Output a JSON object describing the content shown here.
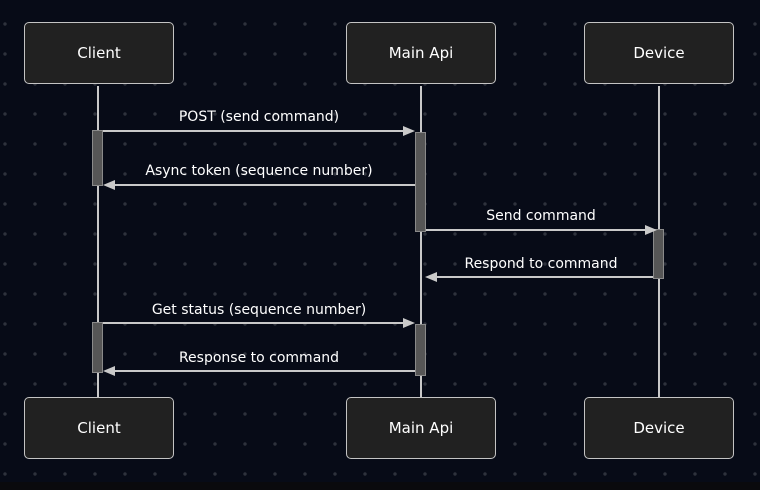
{
  "diagram": {
    "type": "sequence-diagram",
    "actors": [
      {
        "id": "client",
        "label": "Client"
      },
      {
        "id": "main-api",
        "label": "Main Api"
      },
      {
        "id": "device",
        "label": "Device"
      }
    ],
    "messages": [
      {
        "label": "POST (send command)",
        "from": "Client",
        "to": "Main Api",
        "arrow": "solid-right"
      },
      {
        "label": "Async token (sequence number)",
        "from": "Main Api",
        "to": "Client",
        "arrow": "solid-left"
      },
      {
        "label": "Send command",
        "from": "Main Api",
        "to": "Device",
        "arrow": "solid-right"
      },
      {
        "label": "Respond to command",
        "from": "Device",
        "to": "Main Api",
        "arrow": "solid-left"
      },
      {
        "label": "Get status (sequence number)",
        "from": "Client",
        "to": "Main Api",
        "arrow": "solid-right"
      },
      {
        "label": "Response to command",
        "from": "Main Api",
        "to": "Client",
        "arrow": "solid-left"
      }
    ],
    "colors": {
      "bg": "#070b17",
      "dot": "#2e323c",
      "actor-fill": "#212121",
      "actor-border": "#c4c4c4",
      "line": "#c9c9c9",
      "activation-fill": "#565656",
      "activation-border": "#8a8a8a",
      "text": "#ffffff"
    }
  }
}
